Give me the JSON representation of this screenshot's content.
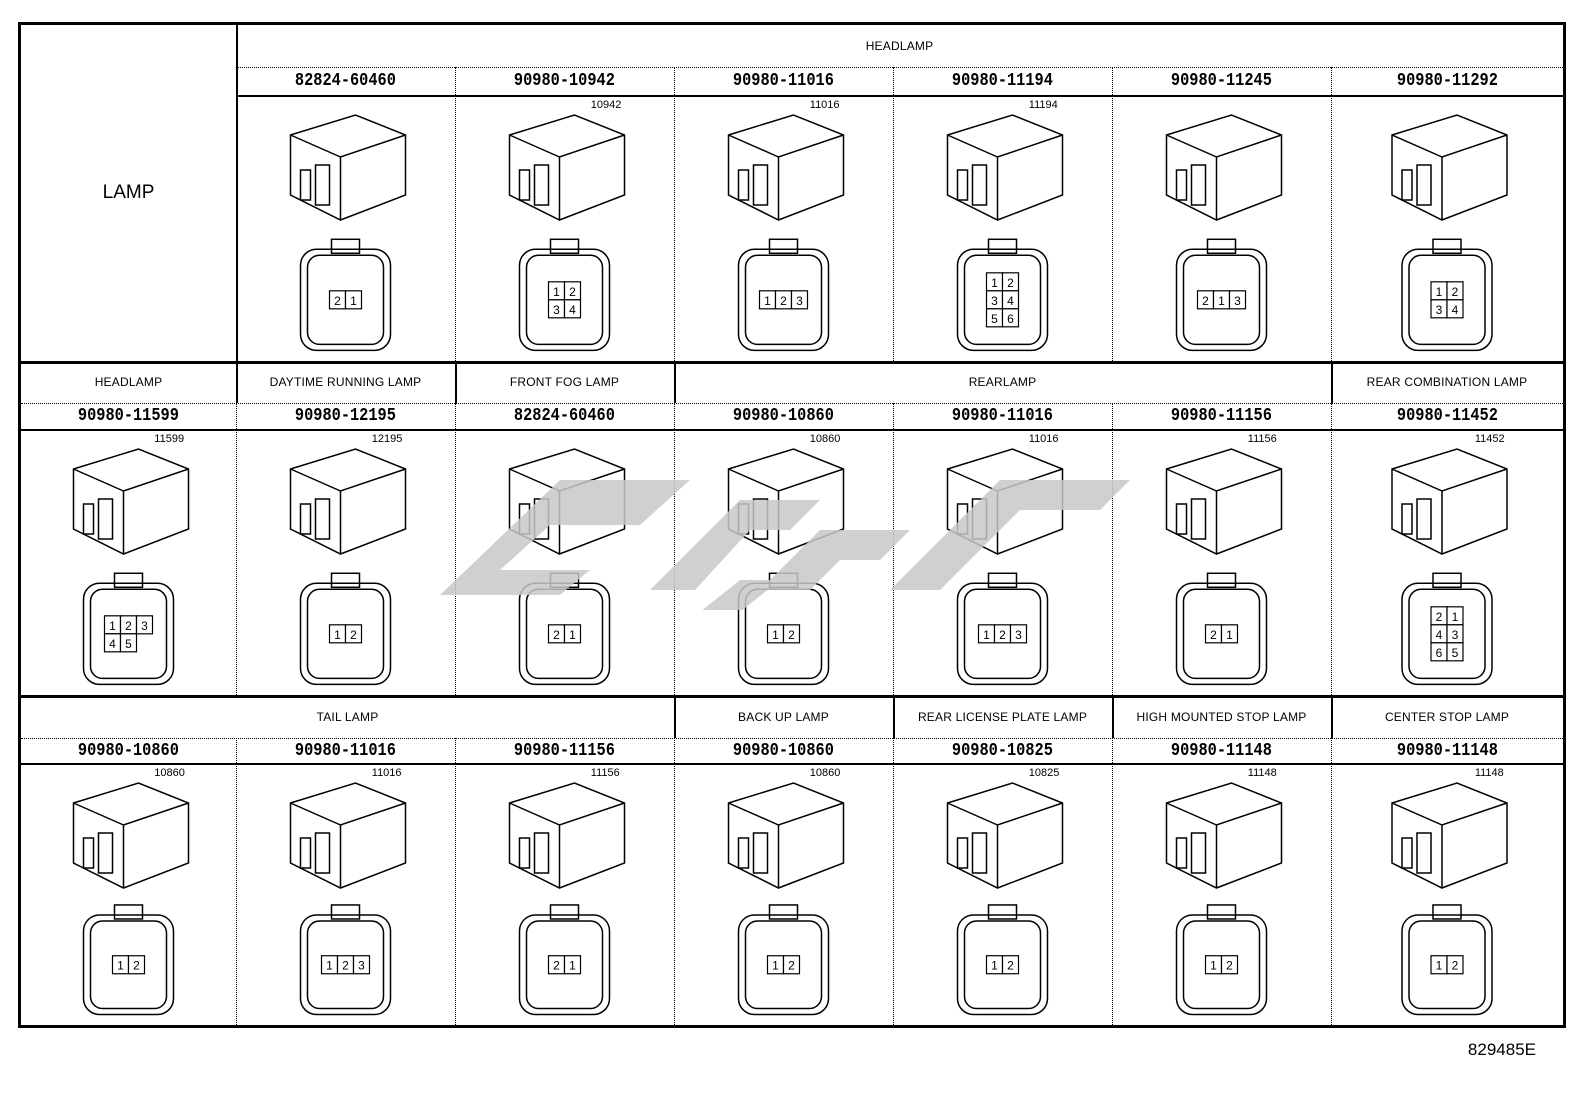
{
  "section_label": "LAMP",
  "rows": [
    {
      "group_headers": [
        {
          "label": "HEADLAMP",
          "span": [
            1,
            7
          ]
        }
      ],
      "connectors": [
        {
          "part_number": "82824-60460",
          "callout": "",
          "pins": [
            "2",
            "1"
          ],
          "shape": "round-2"
        },
        {
          "part_number": "90980-10942",
          "callout": "10942",
          "pins": [
            "1",
            "2",
            "3",
            "4"
          ],
          "shape": "square-4"
        },
        {
          "part_number": "90980-11016",
          "callout": "11016",
          "pins": [
            "1",
            "2",
            "3"
          ],
          "shape": "tri-3"
        },
        {
          "part_number": "90980-11194",
          "callout": "11194",
          "pins": [
            "1",
            "2",
            "3",
            "4",
            "5",
            "6"
          ],
          "shape": "rect-6"
        },
        {
          "part_number": "90980-11245",
          "callout": "",
          "pins": [
            "2",
            "1",
            "3"
          ],
          "shape": "round-3"
        },
        {
          "part_number": "90980-11292",
          "callout": "",
          "pins": [
            "1",
            "2",
            "3",
            "4"
          ],
          "shape": "quad-4"
        }
      ]
    },
    {
      "group_headers": [
        {
          "label": "HEADLAMP",
          "span": [
            0,
            1
          ]
        },
        {
          "label": "DAYTIME RUNNING LAMP",
          "span": [
            1,
            2
          ]
        },
        {
          "label": "FRONT FOG LAMP",
          "span": [
            2,
            3
          ]
        },
        {
          "label": "REARLAMP",
          "span": [
            3,
            6
          ]
        },
        {
          "label": "REAR COMBINATION LAMP",
          "span": [
            6,
            7
          ]
        }
      ],
      "connectors": [
        {
          "part_number": "90980-11599",
          "callout": "11599",
          "pins": [
            "1",
            "2",
            "3",
            "4",
            "5"
          ],
          "shape": "penta-5"
        },
        {
          "part_number": "90980-12195",
          "callout": "12195",
          "pins": [
            "1",
            "2"
          ],
          "shape": "round-box-2"
        },
        {
          "part_number": "82824-60460",
          "callout": "",
          "pins": [
            "2",
            "1"
          ],
          "shape": "round-2"
        },
        {
          "part_number": "90980-10860",
          "callout": "10860",
          "pins": [
            "1",
            "2"
          ],
          "shape": "tab-2"
        },
        {
          "part_number": "90980-11016",
          "callout": "11016",
          "pins": [
            "1",
            "2",
            "3"
          ],
          "shape": "tri-3"
        },
        {
          "part_number": "90980-11156",
          "callout": "11156",
          "pins": [
            "2",
            "1"
          ],
          "shape": "oval-2"
        },
        {
          "part_number": "90980-11452",
          "callout": "11452",
          "pins": [
            "2",
            "1",
            "4",
            "3",
            "6",
            "5"
          ],
          "shape": "tall-6"
        }
      ]
    },
    {
      "group_headers": [
        {
          "label": "TAIL LAMP",
          "span": [
            0,
            3
          ]
        },
        {
          "label": "BACK UP LAMP",
          "span": [
            3,
            4
          ]
        },
        {
          "label": "REAR LICENSE PLATE LAMP",
          "span": [
            4,
            5
          ]
        },
        {
          "label": "HIGH MOUNTED STOP LAMP",
          "span": [
            5,
            6
          ]
        },
        {
          "label": "CENTER STOP LAMP",
          "span": [
            6,
            7
          ]
        }
      ],
      "connectors": [
        {
          "part_number": "90980-10860",
          "callout": "10860",
          "pins": [
            "1",
            "2"
          ],
          "shape": "tab-2"
        },
        {
          "part_number": "90980-11016",
          "callout": "11016",
          "pins": [
            "1",
            "2",
            "3"
          ],
          "shape": "tri-3"
        },
        {
          "part_number": "90980-11156",
          "callout": "11156",
          "pins": [
            "2",
            "1"
          ],
          "shape": "oval-2"
        },
        {
          "part_number": "90980-10860",
          "callout": "10860",
          "pins": [
            "1",
            "2"
          ],
          "shape": "tab-2"
        },
        {
          "part_number": "90980-10825",
          "callout": "10825",
          "pins": [
            "1",
            "2"
          ],
          "shape": "small-2"
        },
        {
          "part_number": "90980-11148",
          "callout": "11148",
          "pins": [
            "1",
            "2"
          ],
          "shape": "wide-2"
        },
        {
          "part_number": "90980-11148",
          "callout": "11148",
          "pins": [
            "1",
            "2"
          ],
          "shape": "wide-2"
        }
      ]
    }
  ],
  "footer": {
    "code": "829485E"
  },
  "colors": {
    "line": "#000000",
    "background": "#ffffff",
    "watermark": "#c8c8c8"
  }
}
